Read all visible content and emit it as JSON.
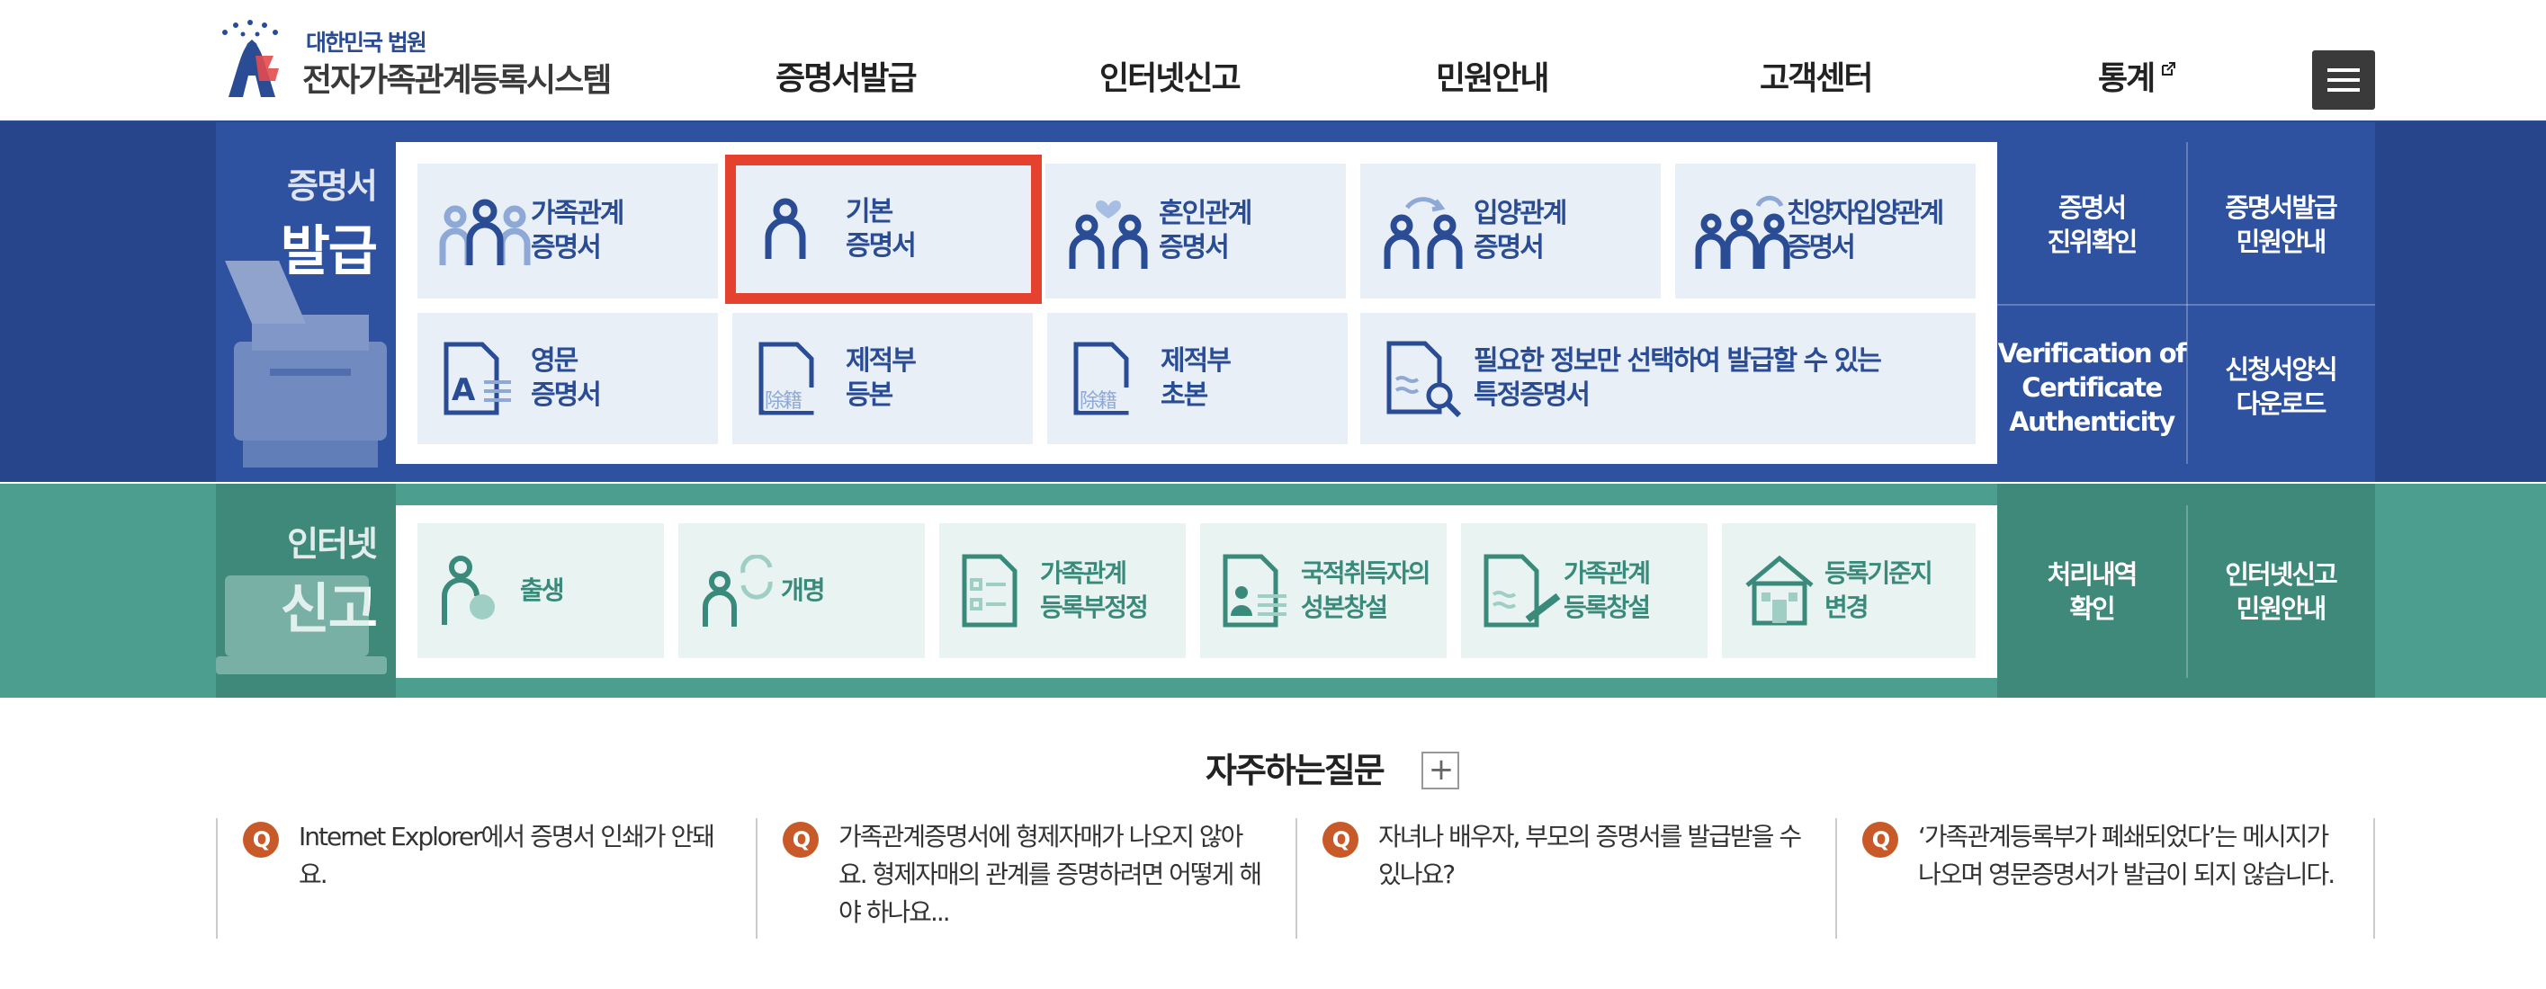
{
  "header": {
    "logo_sub": "대한민국 법원",
    "logo_main": "전자가족관계등록시스템",
    "nav": [
      {
        "label": "증명서발급"
      },
      {
        "label": "인터넷신고"
      },
      {
        "label": "민원안내"
      },
      {
        "label": "고객센터"
      },
      {
        "label": "통계",
        "external_icon": "external-link-icon"
      }
    ],
    "menu_icon": "hamburger-menu-icon"
  },
  "certificate": {
    "title_top": "증명서",
    "title_bottom": "발급",
    "cards": [
      {
        "line1": "가족관계",
        "line2": "증명서",
        "icon": "family-icon"
      },
      {
        "line1": "기본",
        "line2": "증명서",
        "icon": "person-icon",
        "selected": true
      },
      {
        "line1": "혼인관계",
        "line2": "증명서",
        "icon": "marriage-icon"
      },
      {
        "line1": "입양관계",
        "line2": "증명서",
        "icon": "adoption-icon"
      },
      {
        "line1": "친양자입양관계",
        "line2": "증명서",
        "icon": "full-adoption-icon"
      },
      {
        "line1": "영문",
        "line2": "증명서",
        "icon": "english-document-icon"
      },
      {
        "line1": "제적부",
        "line2": "등본",
        "icon": "removed-register-document-icon"
      },
      {
        "line1": "제적부",
        "line2": "초본",
        "icon": "removed-register-extract-icon"
      },
      {
        "line1": "필요한 정보만 선택하여 발급할 수 있는",
        "line2": "특정증명서",
        "icon": "document-search-icon"
      }
    ],
    "side_links": [
      {
        "line1": "증명서",
        "line2": "진위확인"
      },
      {
        "line1": "증명서발급",
        "line2": "민원안내"
      },
      {
        "line1": "Verification of",
        "line2": "Certificate",
        "line3": "Authenticity"
      },
      {
        "line1": "신청서양식",
        "line2": "다운로드"
      }
    ],
    "accent_color": "#2a4c94",
    "highlight_color": "#e5412f"
  },
  "report": {
    "title_top": "인터넷",
    "title_bottom": "신고",
    "cards": [
      {
        "line1": "출생",
        "line2": "",
        "icon": "birth-icon"
      },
      {
        "line1": "개명",
        "line2": "",
        "icon": "name-change-icon"
      },
      {
        "line1": "가족관계",
        "line2": "등록부정정",
        "icon": "checklist-icon"
      },
      {
        "line1": "국적취득자의",
        "line2": "성본창설",
        "icon": "id-card-icon"
      },
      {
        "line1": "가족관계",
        "line2": "등록창설",
        "icon": "document-edit-icon"
      },
      {
        "line1": "등록기준지",
        "line2": "변경",
        "icon": "house-icon"
      }
    ],
    "side_links": [
      {
        "line1": "처리내역",
        "line2": "확인"
      },
      {
        "line1": "인터넷신고",
        "line2": "민원안내"
      }
    ],
    "accent_color": "#4c9e8f"
  },
  "faq": {
    "title": "자주하는질문",
    "plus": "+",
    "q_badge": "Q",
    "items": [
      {
        "text": "Internet Explorer에서 증명서 인쇄가 안돼요."
      },
      {
        "text": "가족관계증명서에 형제자매가 나오지 않아요. 형제자매의 관계를 증명하려면 어떻게 해야 하나요..."
      },
      {
        "text": "자녀나 배우자, 부모의 증명서를 발급받을 수 있나요?"
      },
      {
        "text": "‘가족관계등록부가 폐쇄되었다’는 메시지가 나오며 영문증명서가 발급이 되지 않습니다."
      }
    ]
  }
}
